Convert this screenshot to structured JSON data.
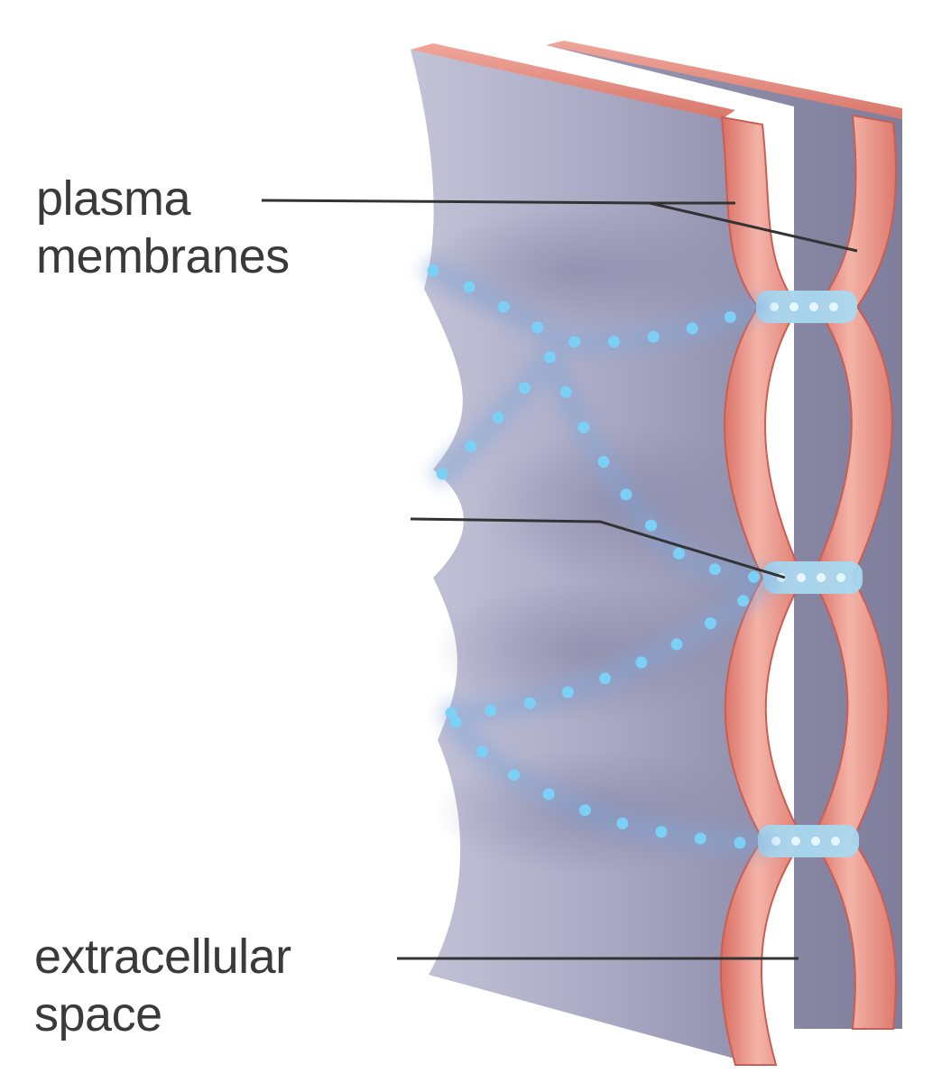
{
  "labels": {
    "membranes": {
      "line1": "plasma",
      "line2": "membranes"
    },
    "space": {
      "line1": "extracellular",
      "line2": "space"
    }
  },
  "unlabeled_pointer": "tight-junction",
  "colors": {
    "background": "#ffffff",
    "cell_face": "#b9b9cf",
    "cell_face_dark": "#8d8ca8",
    "membrane": "#e98a7e",
    "membrane_light": "#f6c2b8",
    "junction_protein": "#a8d8f0",
    "junction_dot": "#5fb6e8",
    "label_text": "#3a3a3a",
    "leader_line": "#333333"
  }
}
